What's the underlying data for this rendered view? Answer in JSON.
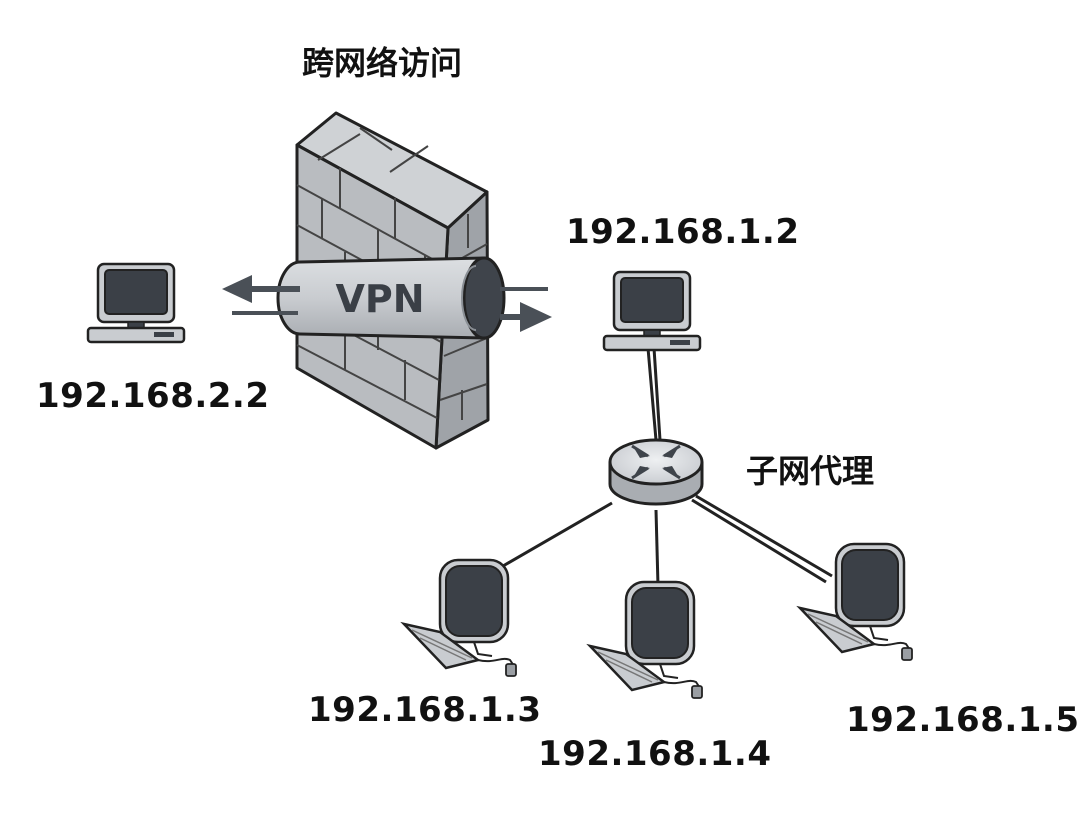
{
  "title": "跨网络访问",
  "tunnel": {
    "label": "VPN"
  },
  "router": {
    "label": "子网代理"
  },
  "remote_host": {
    "ip": "192.168.2.2"
  },
  "gateway_host": {
    "ip": "192.168.1.2"
  },
  "subnet_hosts": [
    {
      "ip": "192.168.1.3"
    },
    {
      "ip": "192.168.1.4"
    },
    {
      "ip": "192.168.1.5"
    }
  ],
  "colors": {
    "line": "#222222",
    "wall": "#b9bcc0",
    "tunnel": "#cfd2d5",
    "dark": "#3f444b",
    "arrow": "#4a5057"
  }
}
